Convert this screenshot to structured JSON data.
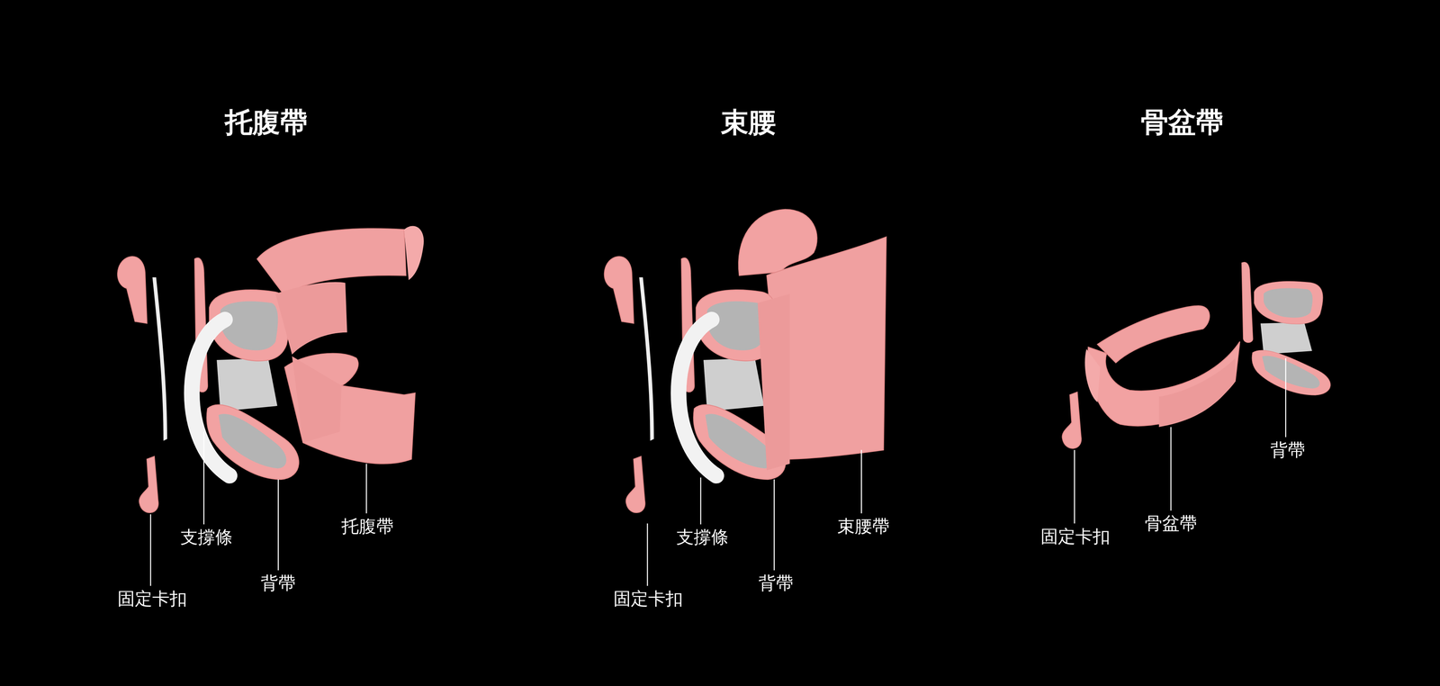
{
  "diagram": {
    "labels": [
      "托腹帶",
      "束腰",
      "骨盆帶",
      "支撐條",
      "托腹帶",
      "背帶",
      "固定卡扣",
      "支撐條",
      "束腰帶",
      "背帶",
      "固定卡扣",
      "背帶",
      "骨盆帶",
      "固定卡扣"
    ]
  }
}
